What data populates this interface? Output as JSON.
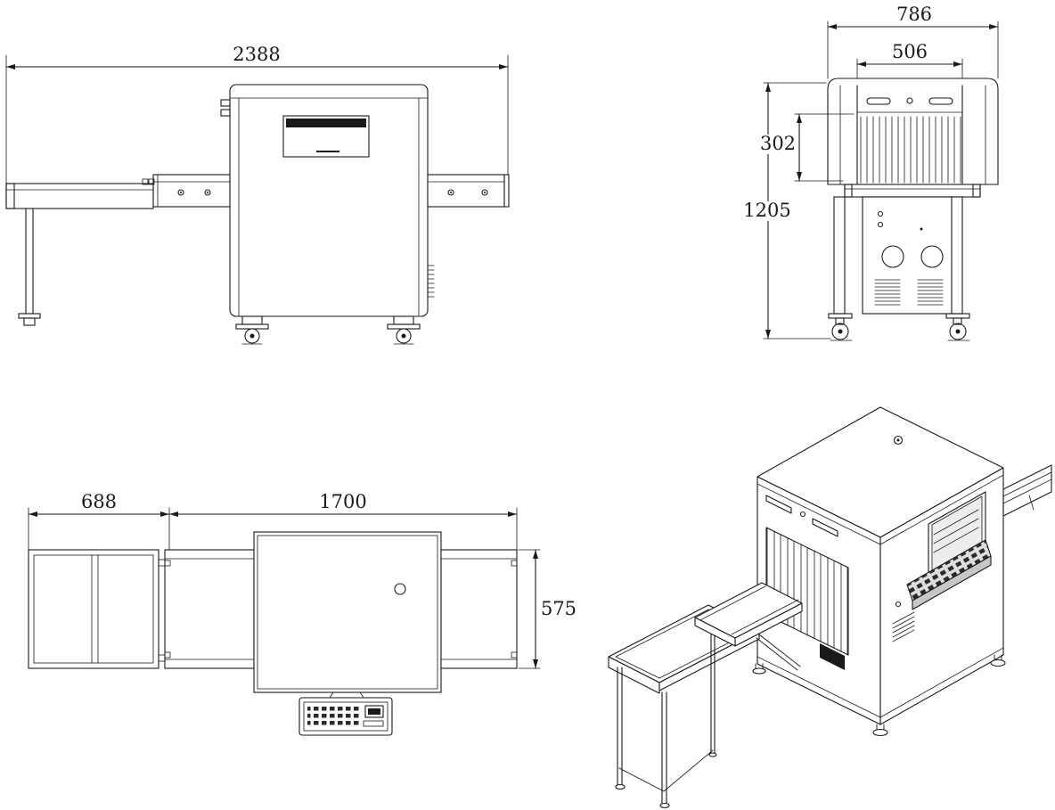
{
  "drawing": {
    "colors": {
      "line": "#1a1a1a",
      "background": "#ffffff"
    },
    "views": {
      "front": {
        "overall_length": "2388"
      },
      "end": {
        "overall_width": "786",
        "tunnel_width": "506",
        "tunnel_height": "302",
        "overall_height": "1205"
      },
      "plan": {
        "infeed_table_length": "688",
        "main_body_length": "1700",
        "conveyor_width": "575"
      }
    }
  }
}
